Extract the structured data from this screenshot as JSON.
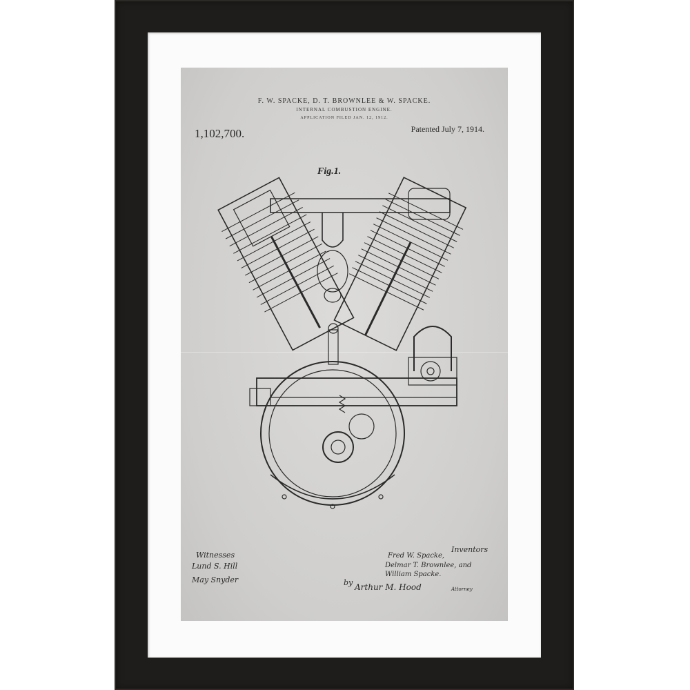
{
  "patent": {
    "names": "F. W. SPACKE, D. T. BROWNLEE & W. SPACKE.",
    "subtitle": "INTERNAL COMBUSTION ENGINE.",
    "filed": "APPLICATION FILED JAN. 12, 1912.",
    "number": "1,102,700.",
    "patented": "Patented July 7, 1914.",
    "figure_label": "Fig.1."
  },
  "signatures": {
    "witnesses_label": "Witnesses",
    "witness_1": "Lund S. Hill",
    "witness_2": "May Snyder",
    "inventors_label": "Inventors",
    "inventor_1": "Fred W. Spacke,",
    "inventor_2": "Delmar T. Brownlee, and",
    "inventor_3": "William Spacke.",
    "attorney_by": "by",
    "attorney_signature": "Arthur M. Hood",
    "attorney_label": "Attorney"
  },
  "colors": {
    "frame": "#1f1d1b",
    "mat": "#fbfbfb",
    "paper": "#d6d5d3",
    "ink": "#2a2a2a"
  }
}
